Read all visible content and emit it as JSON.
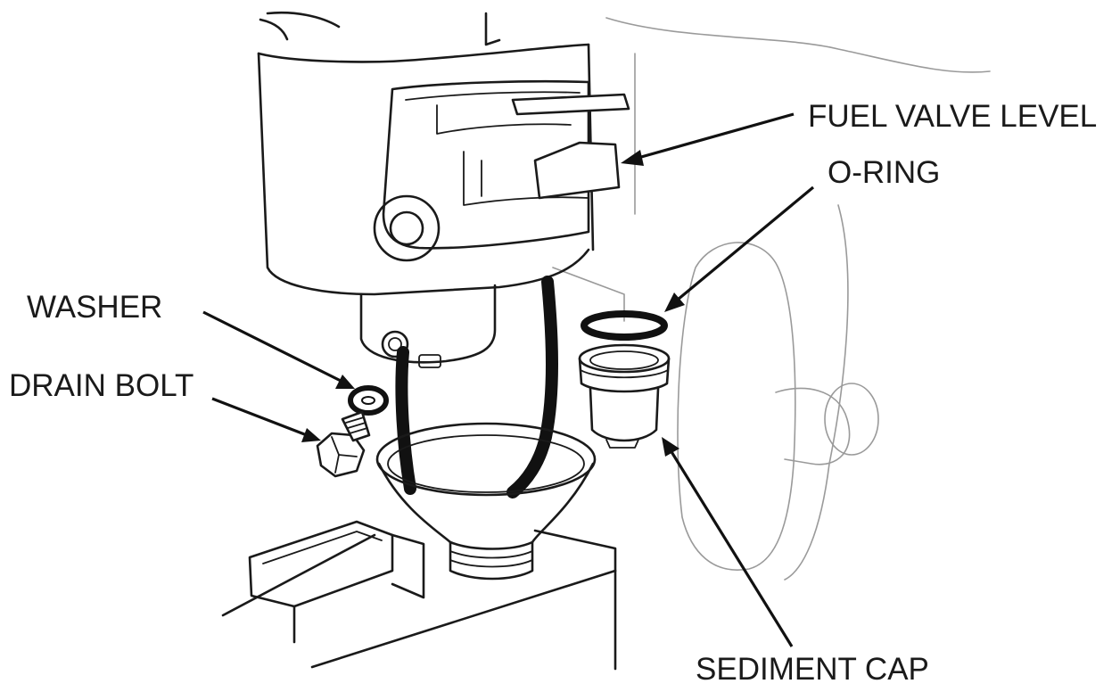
{
  "labels": {
    "fuel_valve": "FUEL VALVE LEVEL",
    "o_ring": "O-RING",
    "washer": "WASHER",
    "drain_bolt": "DRAIN BOLT",
    "sediment_cap": "SEDIMENT CAP"
  }
}
